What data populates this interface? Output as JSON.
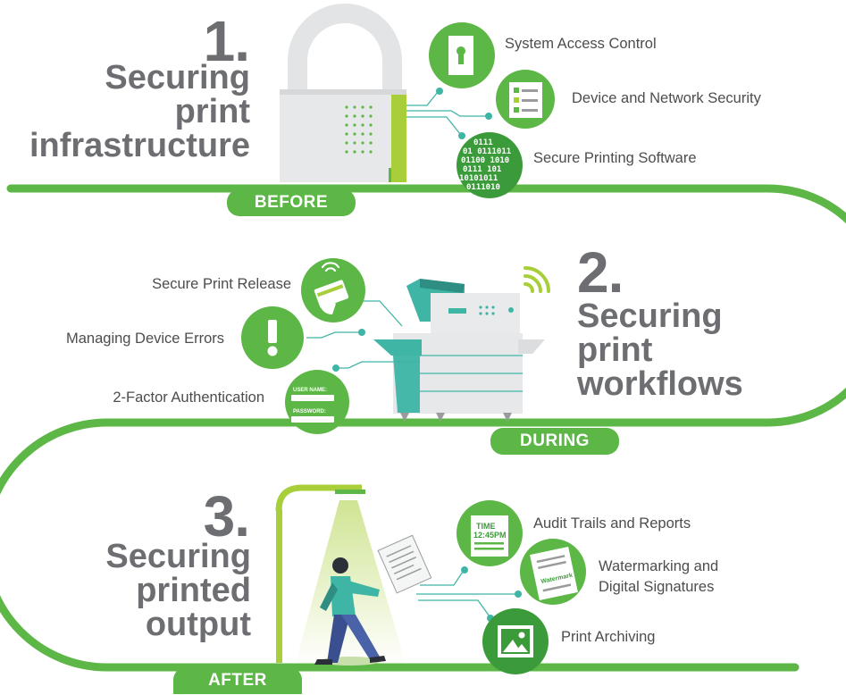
{
  "colors": {
    "green": "#5cb746",
    "dark_green": "#3b9b3a",
    "lime": "#a8cf3a",
    "teal": "#3fb5a6",
    "gray_text": "#6d6e71",
    "light_gray": "#e5e6e7"
  },
  "sections": [
    {
      "number": "1.",
      "heading_lines": [
        "Securing",
        "print",
        "infrastructure"
      ],
      "stage_label": "BEFORE",
      "illustration": "padlock",
      "items": [
        {
          "label": "System Access Control",
          "icon": "door-keyhole-icon"
        },
        {
          "label": "Device and Network Security",
          "icon": "checklist-icon"
        },
        {
          "label": "Secure Printing Software",
          "icon": "binary-code-icon"
        }
      ]
    },
    {
      "number": "2.",
      "heading_lines": [
        "Securing",
        "print",
        "workflows"
      ],
      "stage_label": "DURING",
      "illustration": "multifunction-printer",
      "items": [
        {
          "label": "Secure Print Release",
          "icon": "contactless-card-icon"
        },
        {
          "label": "Managing Device Errors",
          "icon": "exclamation-icon"
        },
        {
          "label": "2-Factor Authentication",
          "icon": "login-form-icon"
        }
      ],
      "login_form": {
        "username_label": "USER NAME:",
        "password_label": "PASSWORD:"
      }
    },
    {
      "number": "3.",
      "heading_lines": [
        "Securing",
        "printed",
        "output"
      ],
      "stage_label": "AFTER",
      "illustration": "person-under-lamp",
      "items": [
        {
          "label": "Audit Trails and Reports",
          "icon": "time-report-icon"
        },
        {
          "label": "Watermarking and Digital Signatures",
          "label_lines": [
            "Watermarking and",
            "Digital Signatures"
          ],
          "icon": "watermark-document-icon"
        },
        {
          "label": "Print Archiving",
          "icon": "image-archive-icon"
        }
      ],
      "time_badge": {
        "label": "TIME",
        "time": "12:45PM"
      },
      "watermark_text": "Watermark"
    }
  ]
}
